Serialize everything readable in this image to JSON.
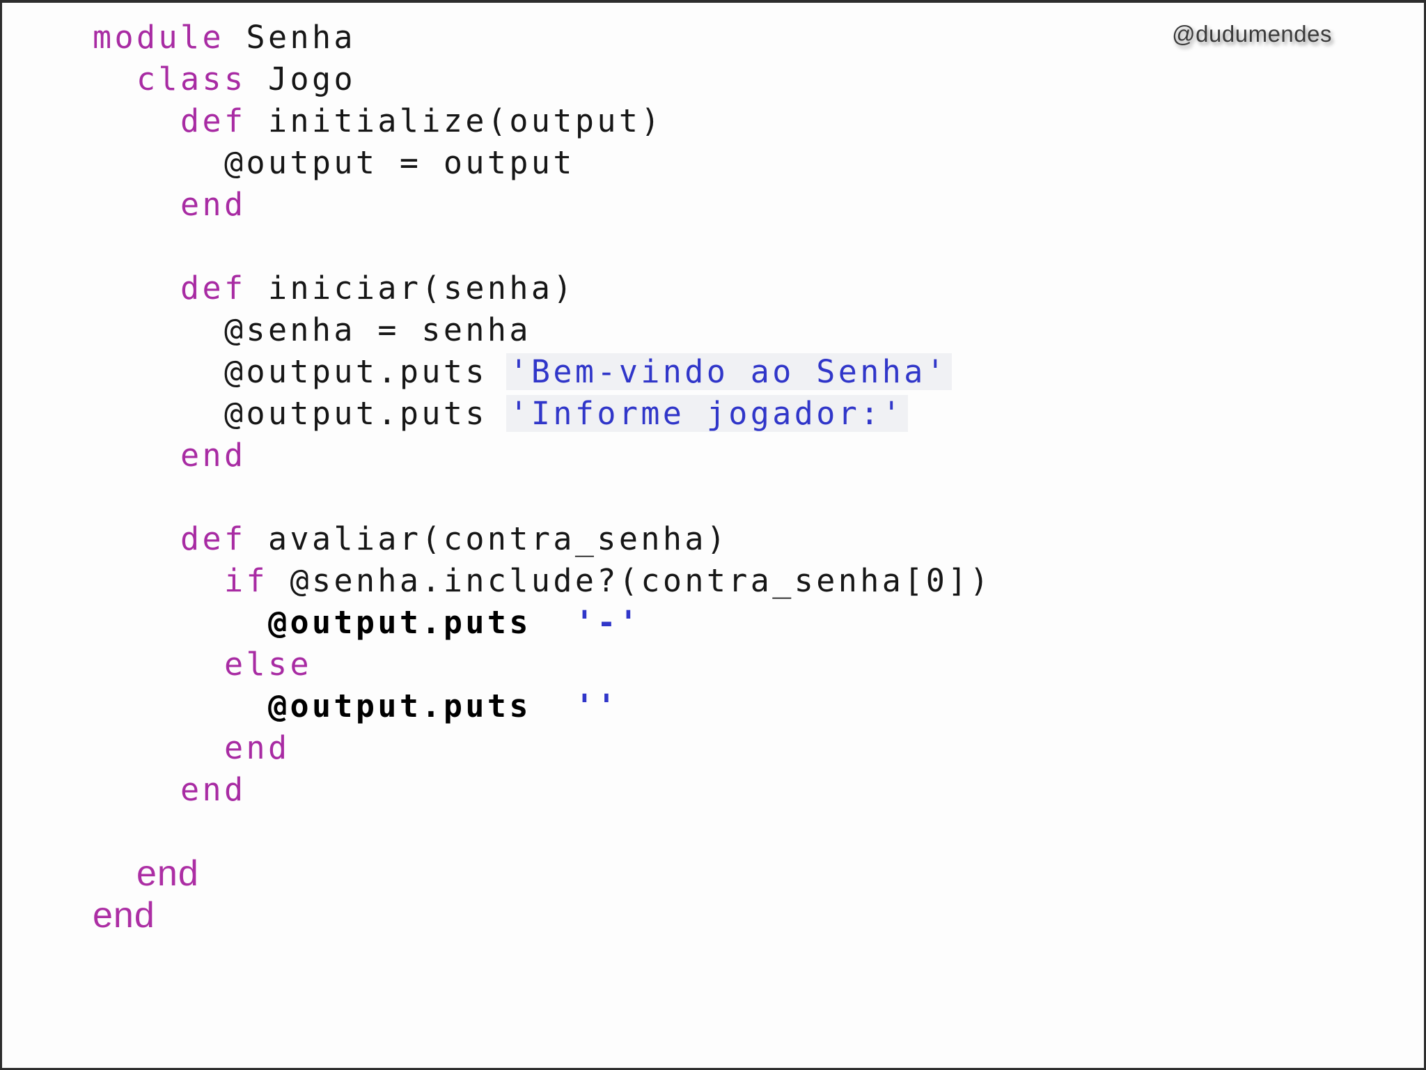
{
  "watermark": {
    "text": "@dudumendes"
  },
  "colors": {
    "keyword": "#a82ba3",
    "keyword_sans": "#ac2ea4",
    "text": "#161616",
    "string": "#3036c9",
    "background": "#fdfdfd",
    "frame": "#2d2d2d",
    "watermark": "#3b3b3b"
  },
  "code": {
    "language": "ruby",
    "lines": [
      [
        {
          "t": "module",
          "c": "kw"
        },
        {
          "t": " Senha",
          "c": "tx"
        }
      ],
      [
        {
          "t": "  ",
          "c": "tx"
        },
        {
          "t": "class",
          "c": "kw"
        },
        {
          "t": " Jogo",
          "c": "tx"
        }
      ],
      [
        {
          "t": "    ",
          "c": "tx"
        },
        {
          "t": "def",
          "c": "kw"
        },
        {
          "t": " initialize(output)",
          "c": "tx"
        }
      ],
      [
        {
          "t": "      @output = output",
          "c": "tx"
        }
      ],
      [
        {
          "t": "    ",
          "c": "tx"
        },
        {
          "t": "end",
          "c": "kw"
        }
      ],
      [],
      [
        {
          "t": "    ",
          "c": "tx"
        },
        {
          "t": "def",
          "c": "kw"
        },
        {
          "t": " iniciar(senha)",
          "c": "tx"
        }
      ],
      [
        {
          "t": "      @senha = senha",
          "c": "tx"
        }
      ],
      [
        {
          "t": "      @output.puts ",
          "c": "tx"
        },
        {
          "t": "'Bem-vindo ao Senha'",
          "c": "st",
          "h": true
        }
      ],
      [
        {
          "t": "      @output.puts ",
          "c": "tx"
        },
        {
          "t": "'Informe jogador:'",
          "c": "st",
          "h": true
        }
      ],
      [
        {
          "t": "    ",
          "c": "tx"
        },
        {
          "t": "end",
          "c": "kw"
        }
      ],
      [],
      [
        {
          "t": "    ",
          "c": "tx"
        },
        {
          "t": "def",
          "c": "kw"
        },
        {
          "t": " avaliar(contra_senha)",
          "c": "tx"
        }
      ],
      [
        {
          "t": "      ",
          "c": "tx"
        },
        {
          "t": "if",
          "c": "kw"
        },
        {
          "t": " @senha.include?(contra_senha[0])",
          "c": "tx"
        }
      ],
      [
        {
          "t": "        ",
          "c": "tx"
        },
        {
          "t": "@output.puts",
          "c": "txb"
        },
        {
          "t": "  ",
          "c": "tx"
        },
        {
          "t": "'-'",
          "c": "stb"
        }
      ],
      [
        {
          "t": "      ",
          "c": "tx"
        },
        {
          "t": "else",
          "c": "kw"
        }
      ],
      [
        {
          "t": "        ",
          "c": "tx"
        },
        {
          "t": "@output.puts",
          "c": "txb"
        },
        {
          "t": "  ",
          "c": "tx"
        },
        {
          "t": "''",
          "c": "stb"
        }
      ],
      [
        {
          "t": "      ",
          "c": "tx"
        },
        {
          "t": "end",
          "c": "kw"
        }
      ],
      [
        {
          "t": "    ",
          "c": "tx"
        },
        {
          "t": "end",
          "c": "kw"
        }
      ],
      [],
      [
        {
          "t": "  ",
          "c": "tx"
        },
        {
          "t": "end",
          "c": "kws"
        }
      ],
      [
        {
          "t": "end",
          "c": "kws"
        }
      ]
    ]
  }
}
